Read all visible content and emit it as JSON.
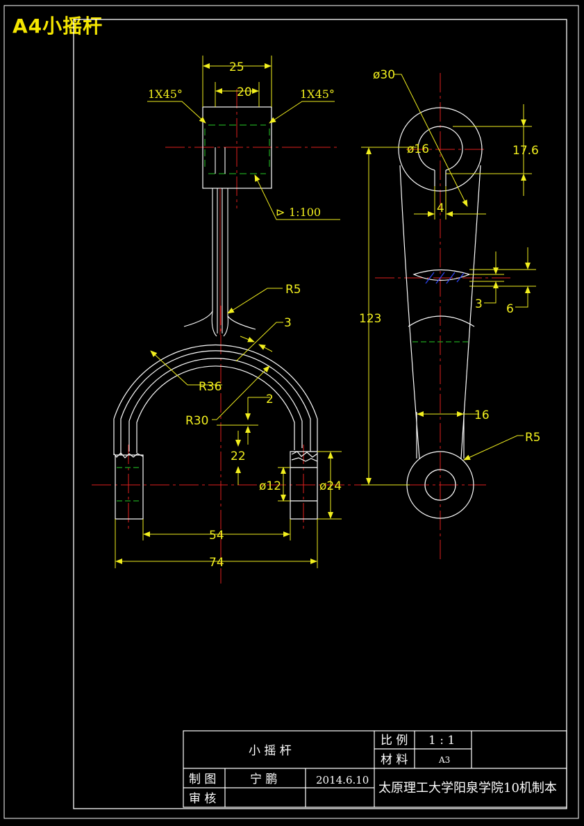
{
  "title": "A4小摇杆",
  "colors": {
    "outline": "#ffffff",
    "dimension": "#f2ef1e",
    "center_line": "#e0201e",
    "hidden": "#1fa51f",
    "hatch": "#3048ff"
  },
  "front_view": {
    "dim_top_width": "25",
    "dim_bore": "20",
    "chamfer_left": "1X45°",
    "chamfer_right": "1X45°",
    "taper": "1:100",
    "fillet_radius": "R5",
    "rib_thickness": "3",
    "outer_radius": "R36",
    "inner_radius": "R30",
    "offset_small": "2",
    "offset_height": "22",
    "bore_dia": "ø12",
    "boss_dia": "ø24",
    "inner_span": "54",
    "outer_span": "74"
  },
  "side_view": {
    "top_outer_dia": "ø30",
    "top_bore_dia": "ø16",
    "keyway_depth": "17.6",
    "keyway_width": "4",
    "center_distance": "123",
    "section_thickness": "3",
    "section_width": "6",
    "arm_width": "16",
    "fillet_radius": "R5"
  },
  "title_block": {
    "part_name": "小 摇 杆",
    "scale_label": "比 例",
    "scale_value": "1 : 1",
    "material_label": "材 料",
    "material_value": "A3",
    "drawn_label": "制 图",
    "drawn_name": "宁 鹏",
    "date": "2014.6.10",
    "checked_label": "审 核",
    "institution": "太原理工大学阳泉学院10机制本"
  }
}
